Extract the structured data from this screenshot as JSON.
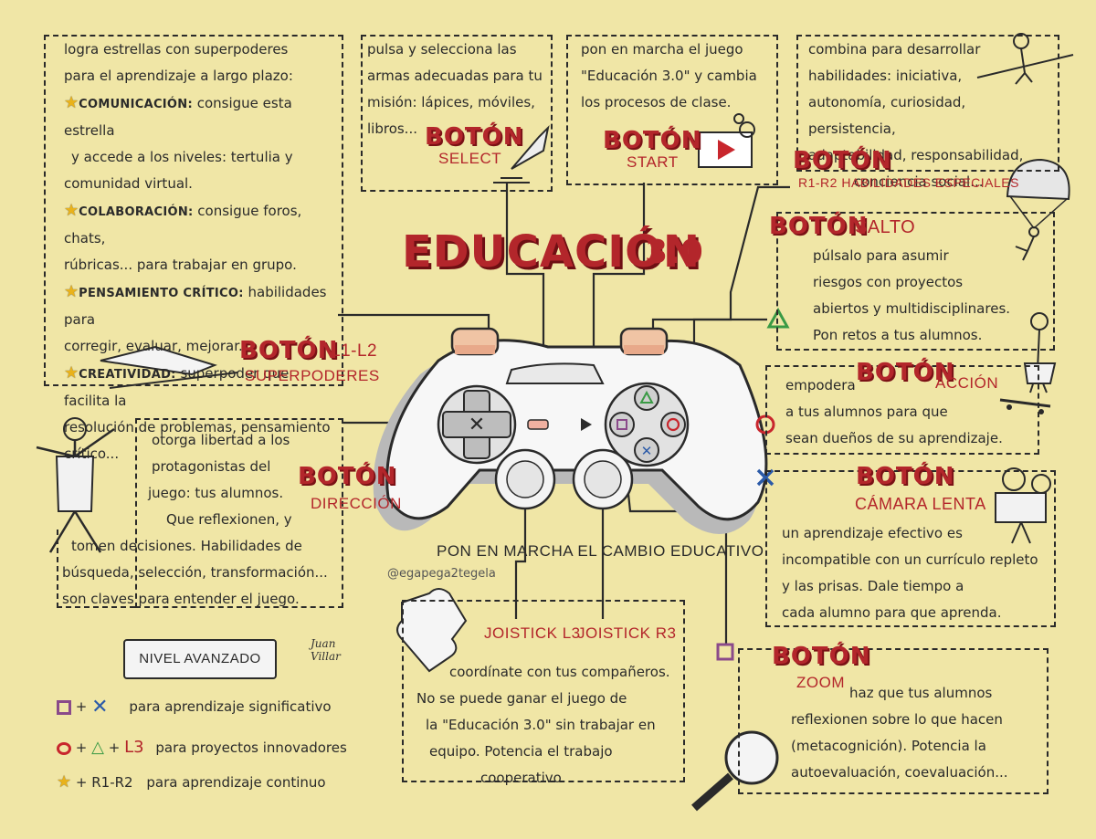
{
  "title": {
    "main": "EDUCACIÓN",
    "version": "3.0"
  },
  "tagline": "PON EN MARCHA EL CAMBIO EDUCATIVO",
  "handle": "@egapega2tegela",
  "signature": "Juan Villar",
  "superpoderes": {
    "intro_1": "logra estrellas con superpoderes",
    "intro_2": "para el aprendizaje a largo plazo:",
    "items": [
      {
        "label": "COMUNICACIÓN:",
        "line1": "consigue esta estrella",
        "line2": "y accede a los niveles: tertulia y",
        "line3": "comunidad virtual."
      },
      {
        "label": "COLABORACIÓN:",
        "line1": "consigue foros, chats,",
        "line2": "rúbricas... para trabajar en grupo."
      },
      {
        "label": "PENSAMIENTO CRÍTICO:",
        "line1": "habilidades para",
        "line2": "corregir, evaluar, mejorar..."
      },
      {
        "label": "CREATIVIDAD:",
        "line1": "superpoder que facilita la",
        "line2": "resolución de problemas, pensamiento",
        "line3": "crítico..."
      }
    ],
    "button": "BOTÓN",
    "keys": "L1-L2",
    "name": "SUPERPODERES"
  },
  "select": {
    "line1": "pulsa y selecciona las",
    "line2": "armas adecuadas para tu",
    "line3": "misión: lápices, móviles,",
    "line4": "libros...",
    "button": "BOTÓN",
    "name": "SELECT"
  },
  "start": {
    "line1": "pon en marcha el juego",
    "line2": "\"Educación 3.0\" y cambia",
    "line3": "los procesos de clase.",
    "button": "BOTÓN",
    "name": "START"
  },
  "especiales": {
    "line1": "combina para desarrollar",
    "line2": "habilidades: iniciativa,",
    "line3": "autonomía, curiosidad, persistencia,",
    "line4": "adaptabilidad, responsabilidad,",
    "line5": "conciencia social...",
    "button": "BOTÓN",
    "name": "R1-R2 HABILIDADES ESPECIALES"
  },
  "salto": {
    "button": "BOTÓN",
    "name": "SALTO",
    "line1": "púlsalo para asumir",
    "line2": "riesgos con proyectos",
    "line3": "abiertos y multidisciplinares.",
    "line4": "Pon retos a tus alumnos."
  },
  "accion": {
    "button": "BOTÓN",
    "name": "ACCIÓN",
    "line0": "empodera",
    "line1": "a tus alumnos para que",
    "line2": "sean dueños de su aprendizaje."
  },
  "camara": {
    "button": "BOTÓN",
    "name": "CÁMARA LENTA",
    "line1": "un aprendizaje efectivo es",
    "line2": "incompatible con un currículo repleto",
    "line3": "y las prisas. Dale tiempo a",
    "line4": "cada alumno para que aprenda."
  },
  "direccion": {
    "line1": "otorga libertad a los",
    "line2": "protagonistas del",
    "line3": "juego: tus alumnos.",
    "line4": "Que reflexionen, y",
    "line5": "tomen decisiones. Habilidades de",
    "line6": "búsqueda, selección, transformación...",
    "line7": "son claves para entender el juego.",
    "button": "BOTÓN",
    "name": "DIRECCIÓN"
  },
  "joystick": {
    "l3": "JOISTICK L3",
    "r3": "JOISTICK R3",
    "line1": "coordínate con tus compañeros.",
    "line2": "No se puede ganar el juego de",
    "line3": "la \"Educación 3.0\" sin trabajar en",
    "line4": "equipo. Potencia el trabajo",
    "line5": "cooperativo."
  },
  "zoom": {
    "button": "BOTÓN",
    "name": "ZOOM",
    "line1": "haz que tus alumnos",
    "line2": "reflexionen  sobre lo que hacen",
    "line3": "(metacognición).  Potencia la",
    "line4": "autoevaluación, coevaluación..."
  },
  "nivel": {
    "title": "NIVEL AVANZADO",
    "combos": [
      {
        "keys": "+",
        "text": "para aprendizaje significativo"
      },
      {
        "keys": "L3",
        "text": "para proyectos innovadores"
      },
      {
        "keys": "+ R1-R2",
        "text": "para aprendizaje continuo"
      }
    ]
  },
  "colors": {
    "background": "#f0e6a6",
    "accent": "#b3262b",
    "star": "#e9b21b",
    "triangle": "#3a9a45",
    "circle": "#c8262d",
    "cross": "#2b5aa8",
    "square": "#8a4a8a"
  }
}
